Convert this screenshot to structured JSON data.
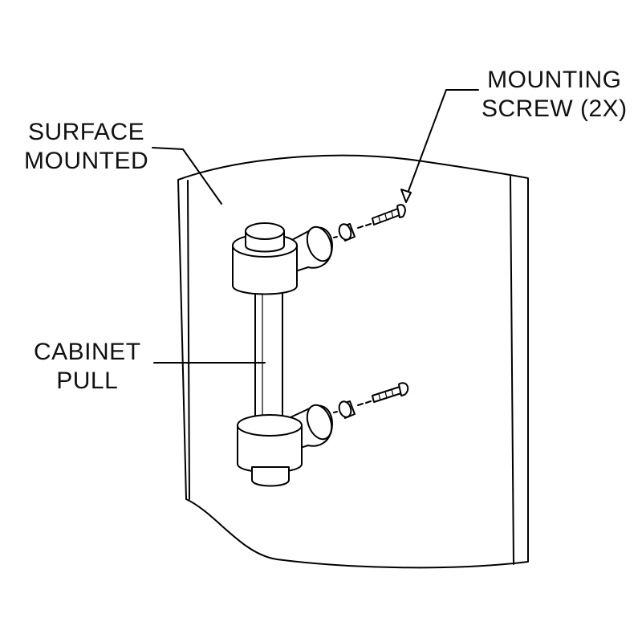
{
  "labels": {
    "surface_mounted": [
      "SURFACE",
      "MOUNTED"
    ],
    "mounting_screw": [
      "MOUNTING",
      "SCREW (2X)"
    ],
    "cabinet_pull": [
      "CABINET",
      "PULL"
    ]
  },
  "colors": {
    "stroke": "#000000",
    "background": "#ffffff"
  }
}
